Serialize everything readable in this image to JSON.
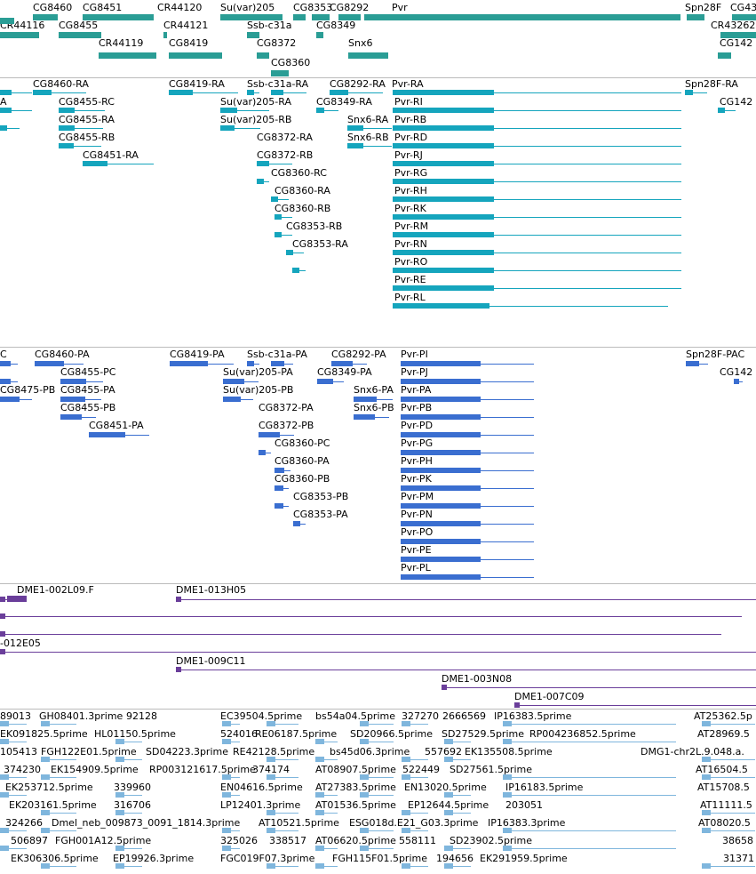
{
  "colors": {
    "gene": "#2a9d95",
    "transcript": "#15a5bd",
    "protein": "#3a6ed0",
    "clone": "#6a3e9a",
    "est": "#7fb6dd",
    "separator": "#bbbbbb"
  },
  "genes": [
    {
      "label": "CG8460"
    },
    {
      "label": "CG8451"
    },
    {
      "label": "CR44120"
    },
    {
      "label": "Su(var)205"
    },
    {
      "label": "CG8353"
    },
    {
      "label": "CG8292"
    },
    {
      "label": "Pvr"
    },
    {
      "label": "Spn28F"
    },
    {
      "label": "CG43"
    },
    {
      "label": "CR44116"
    },
    {
      "label": "CG8455"
    },
    {
      "label": "CR44121"
    },
    {
      "label": "Ssb-c31a"
    },
    {
      "label": "CG8349"
    },
    {
      "label": "CR43262"
    },
    {
      "label": "CR44119"
    },
    {
      "label": "CG8419"
    },
    {
      "label": "CG8372"
    },
    {
      "label": "Snx6"
    },
    {
      "label": "CG142"
    },
    {
      "label": "CG8360"
    }
  ],
  "transcripts": [
    {
      "label": "CG8460-RA"
    },
    {
      "label": "CG8419-RA"
    },
    {
      "label": "Ssb-c31a-RA"
    },
    {
      "label": "CG8292-RA"
    },
    {
      "label": "Pvr-RA"
    },
    {
      "label": "Spn28F-RA"
    },
    {
      "label": "A"
    },
    {
      "label": "CG8455-RC"
    },
    {
      "label": "Su(var)205-RA"
    },
    {
      "label": "CG8349-RA"
    },
    {
      "label": "Pvr-RI"
    },
    {
      "label": "CG142"
    },
    {
      "label": "CG8455-RA"
    },
    {
      "label": "Su(var)205-RB"
    },
    {
      "label": "Snx6-RA"
    },
    {
      "label": "Pvr-RB"
    },
    {
      "label": "CG8455-RB"
    },
    {
      "label": "CG8372-RA"
    },
    {
      "label": "Snx6-RB"
    },
    {
      "label": "Pvr-RD"
    },
    {
      "label": "CG8451-RA"
    },
    {
      "label": "CG8372-RB"
    },
    {
      "label": "Pvr-RJ"
    },
    {
      "label": "CG8360-RC"
    },
    {
      "label": "Pvr-RG"
    },
    {
      "label": "CG8360-RA"
    },
    {
      "label": "Pvr-RH"
    },
    {
      "label": "CG8360-RB"
    },
    {
      "label": "Pvr-RK"
    },
    {
      "label": "CG8353-RB"
    },
    {
      "label": "Pvr-RM"
    },
    {
      "label": "CG8353-RA"
    },
    {
      "label": "Pvr-RN"
    },
    {
      "label": "Pvr-RO"
    },
    {
      "label": "Pvr-RE"
    },
    {
      "label": "Pvr-RL"
    }
  ],
  "proteins": [
    {
      "label": "C"
    },
    {
      "label": "CG8460-PA"
    },
    {
      "label": "CG8419-PA"
    },
    {
      "label": "Ssb-c31a-PA"
    },
    {
      "label": "CG8292-PA"
    },
    {
      "label": "Pvr-PI"
    },
    {
      "label": "Spn28F-PAC"
    },
    {
      "label": "CG8455-PC"
    },
    {
      "label": "Su(var)205-PA"
    },
    {
      "label": "CG8349-PA"
    },
    {
      "label": "Pvr-PJ"
    },
    {
      "label": "CG142"
    },
    {
      "label": "CG8475-PB"
    },
    {
      "label": "CG8455-PA"
    },
    {
      "label": "Su(var)205-PB"
    },
    {
      "label": "Snx6-PA"
    },
    {
      "label": "Pvr-PA"
    },
    {
      "label": "CG8455-PB"
    },
    {
      "label": "CG8372-PA"
    },
    {
      "label": "Snx6-PB"
    },
    {
      "label": "Pvr-PB"
    },
    {
      "label": "CG8451-PA"
    },
    {
      "label": "CG8372-PB"
    },
    {
      "label": "Pvr-PD"
    },
    {
      "label": "CG8360-PC"
    },
    {
      "label": "Pvr-PG"
    },
    {
      "label": "CG8360-PA"
    },
    {
      "label": "Pvr-PH"
    },
    {
      "label": "CG8360-PB"
    },
    {
      "label": "Pvr-PK"
    },
    {
      "label": "CG8353-PB"
    },
    {
      "label": "Pvr-PM"
    },
    {
      "label": "CG8353-PA"
    },
    {
      "label": "Pvr-PN"
    },
    {
      "label": "Pvr-PO"
    },
    {
      "label": "Pvr-PE"
    },
    {
      "label": "Pvr-PL"
    }
  ],
  "clones": [
    {
      "label": "DME1-002L09.F"
    },
    {
      "label": "DME1-013H05"
    },
    {
      "label": "-012E05"
    },
    {
      "label": "DME1-009C11"
    },
    {
      "label": "DME1-003N08"
    },
    {
      "label": "DME1-007C09"
    }
  ],
  "ests": [
    {
      "label": "89013"
    },
    {
      "label": "GH08401.3prime"
    },
    {
      "label": "92128"
    },
    {
      "label": "EC39504.5prime"
    },
    {
      "label": "bs54a04.5prime"
    },
    {
      "label": "327270"
    },
    {
      "label": "2666569"
    },
    {
      "label": "IP16383.5prime"
    },
    {
      "label": "AT25362.5p"
    },
    {
      "label": "EK091825.5prime"
    },
    {
      "label": "HL01150.5prime"
    },
    {
      "label": "524016"
    },
    {
      "label": "RE06187.5prime"
    },
    {
      "label": "SD20966.5prime"
    },
    {
      "label": "SD27529.5prime"
    },
    {
      "label": "RP004236852.5prime"
    },
    {
      "label": "AT28969.5"
    },
    {
      "label": "105413"
    },
    {
      "label": "FGH122E01.5prime"
    },
    {
      "label": "SD04223.3prime"
    },
    {
      "label": "RE42128.5prime"
    },
    {
      "label": "bs45d06.3prime"
    },
    {
      "label": "557692"
    },
    {
      "label": "EK135508.5prime"
    },
    {
      "label": "DMG1-chr2L.9.048.a."
    },
    {
      "label": "374230"
    },
    {
      "label": "EK154909.5prime"
    },
    {
      "label": "RP003121617.5prime"
    },
    {
      "label": "374174"
    },
    {
      "label": "AT08907.5prime"
    },
    {
      "label": "522449"
    },
    {
      "label": "SD27561.5prime"
    },
    {
      "label": "AT16504.5"
    },
    {
      "label": "EK253712.5prime"
    },
    {
      "label": "339960"
    },
    {
      "label": "EN04616.5prime"
    },
    {
      "label": "AT27383.5prime"
    },
    {
      "label": "EN13020.5prime"
    },
    {
      "label": "IP16183.5prime"
    },
    {
      "label": "AT15708.5"
    },
    {
      "label": "EK203161.5prime"
    },
    {
      "label": "316706"
    },
    {
      "label": "LP12401.3prime"
    },
    {
      "label": "AT01536.5prime"
    },
    {
      "label": "EP12644.5prime"
    },
    {
      "label": "203051"
    },
    {
      "label": "AT11111.5"
    },
    {
      "label": "324266"
    },
    {
      "label": "Dmel_neb_009873_0091_1814.3prime"
    },
    {
      "label": "AT10521.5prime"
    },
    {
      "label": "ESG018d.E21_G03.3prime"
    },
    {
      "label": "IP16383.3prime"
    },
    {
      "label": "AT08020.5"
    },
    {
      "label": "506897"
    },
    {
      "label": "FGH001A12.5prime"
    },
    {
      "label": "325026"
    },
    {
      "label": "338517"
    },
    {
      "label": "AT06620.5prime"
    },
    {
      "label": "558111"
    },
    {
      "label": "SD23902.5prime"
    },
    {
      "label": "38658"
    },
    {
      "label": "EK306306.5prime"
    },
    {
      "label": "EP19926.3prime"
    },
    {
      "label": "FGC019F07.3prime"
    },
    {
      "label": "FGH115F01.5prime"
    },
    {
      "label": "194656"
    },
    {
      "label": "EK291959.5prime"
    },
    {
      "label": "31371"
    }
  ]
}
